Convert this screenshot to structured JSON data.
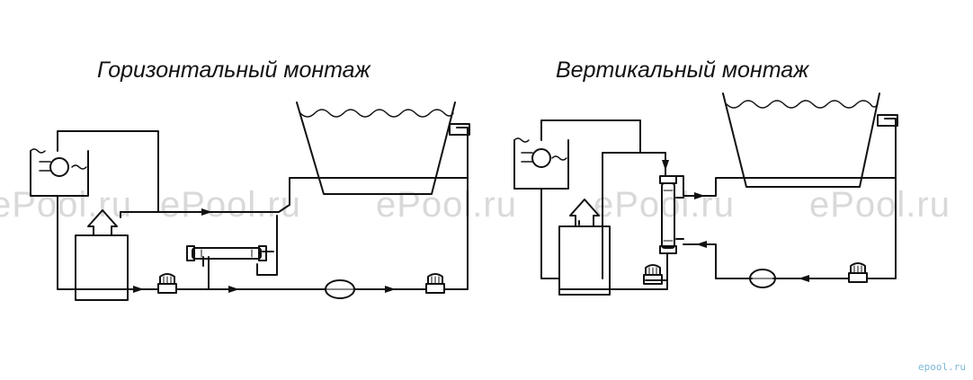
{
  "titles": {
    "horizontal": "Горизонтальный монтаж",
    "vertical": "Вертикальный монтаж"
  },
  "watermark": {
    "text": "ePool.ru",
    "corner_text": "epool.ru",
    "color": "#d9d9d9"
  },
  "colors": {
    "line": "#111111",
    "background": "#ffffff"
  },
  "icons": [
    "boiler-icon",
    "pump-icon",
    "filter-icon",
    "heat-exchanger-icon",
    "pool-icon",
    "expansion-tank-icon"
  ]
}
